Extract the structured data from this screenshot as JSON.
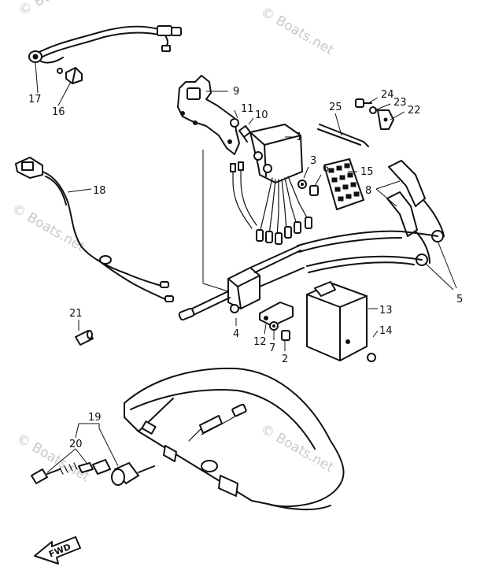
{
  "callouts": {
    "c1": "1",
    "c2": "2",
    "c3": "3",
    "c4": "4",
    "c5": "5",
    "c6": "6",
    "c7": "7",
    "c8": "8",
    "c9": "9",
    "c10": "10",
    "c11": "11",
    "c12": "12",
    "c13": "13",
    "c14": "14",
    "c15": "15",
    "c16": "16",
    "c17": "17",
    "c18": "18",
    "c19": "19",
    "c20": "20",
    "c21": "21",
    "c22": "22",
    "c23": "23",
    "c24": "24",
    "c25": "25"
  },
  "watermark": "© Boats.net",
  "direction_arrow": "FWD"
}
